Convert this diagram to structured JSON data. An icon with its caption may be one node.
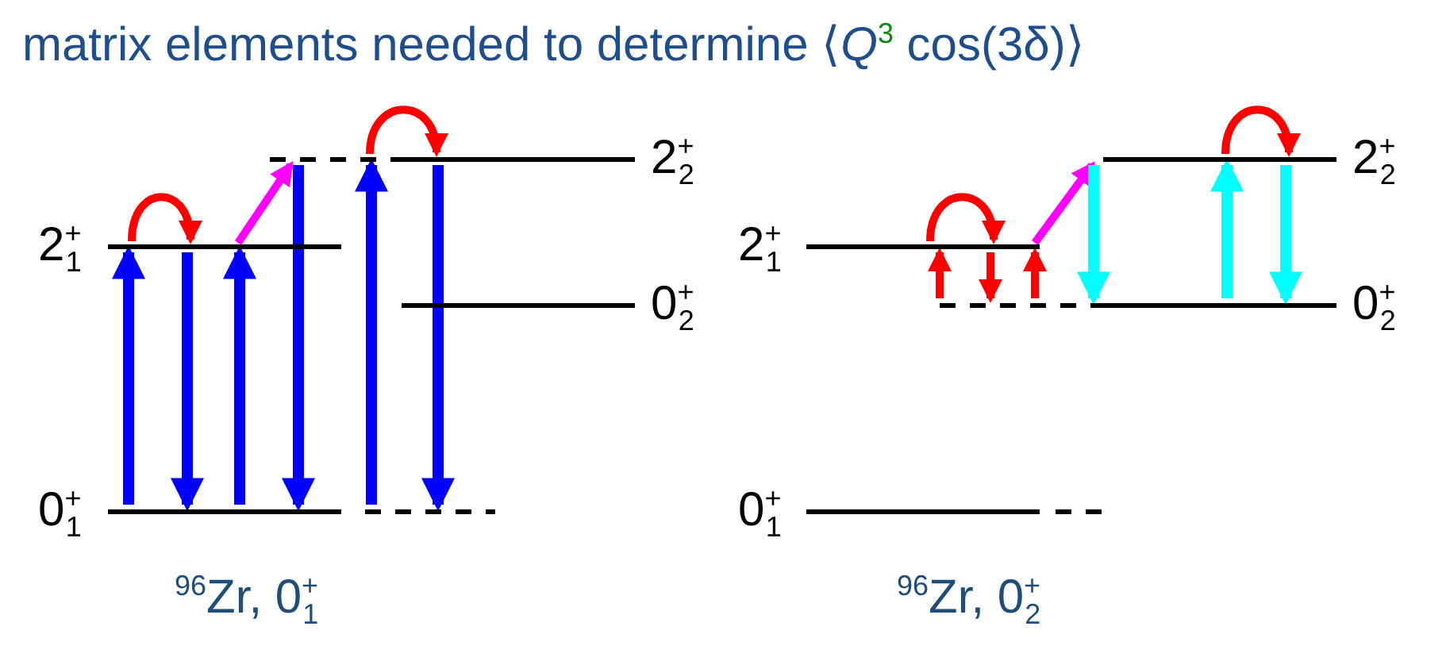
{
  "diagram": {
    "title": "matrix elements needed to determine ⟨*Q*$^{3}$ cos(3δ)⟩",
    "nodes": [
      {
        "text": [
          "0$^{+}$$_{1}$"
        ]
      },
      {
        "text": [
          "2$^{+}$$_{1}$"
        ]
      },
      {
        "text": [
          "0$^{+}$$_{2}$"
        ]
      },
      {
        "text": [
          "2$^{+}$$_{2}$"
        ]
      },
      {
        "text": [
          "0$^{+}$$_{1}$"
        ]
      },
      {
        "text": [
          "2$^{+}$$_{1}$"
        ]
      },
      {
        "text": [
          "0$^{+}$$_{2}$"
        ]
      },
      {
        "text": [
          "2$^{+}$$_{2}$"
        ]
      }
    ],
    "edges": [
      {
        "from": 0,
        "to": 1,
        "arrow": "to",
        "color": "#0000ff"
      },
      {
        "from": 1,
        "to": 0,
        "arrow": "to",
        "color": "#0000ff"
      },
      {
        "from": 0,
        "to": 1,
        "arrow": "to",
        "color": "#0000ff"
      },
      {
        "from": 3,
        "to": 0,
        "arrow": "to",
        "color": "#0000ff"
      },
      {
        "from": 0,
        "to": 3,
        "arrow": "to",
        "color": "#0000ff"
      },
      {
        "from": 3,
        "to": 0,
        "arrow": "to",
        "color": "#0000ff"
      },
      {
        "from": 1,
        "to": 1,
        "arrow": "to"
      },
      {
        "from": 3,
        "to": 3,
        "arrow": "to"
      },
      {
        "from": 1,
        "to": 3,
        "arrow": "to",
        "color": "#ff00ff"
      },
      {
        "from": 6,
        "to": 5,
        "arrow": "to"
      },
      {
        "from": 5,
        "to": 6,
        "arrow": "to"
      },
      {
        "from": 6,
        "to": 5,
        "arrow": "to"
      },
      {
        "from": 5,
        "to": 5,
        "arrow": "to"
      },
      {
        "from": 5,
        "to": 7,
        "arrow": "to",
        "color": "#ff00ff"
      },
      {
        "from": 7,
        "to": 6,
        "arrow": "to",
        "color": "#00ffff"
      },
      {
        "from": 6,
        "to": 7,
        "arrow": "to",
        "color": "#00ffff"
      },
      {
        "from": 7,
        "to": 6,
        "arrow": "to",
        "color": "#00ffff"
      },
      {
        "from": 7,
        "to": 7,
        "arrow": "to"
      }
    ],
    "labels": [
      "$^{96}$Zr, 0$^{+}$$_{1}$",
      "$^{96}$Zr, 0$^{+}$$_{2}$"
    ]
  }
}
